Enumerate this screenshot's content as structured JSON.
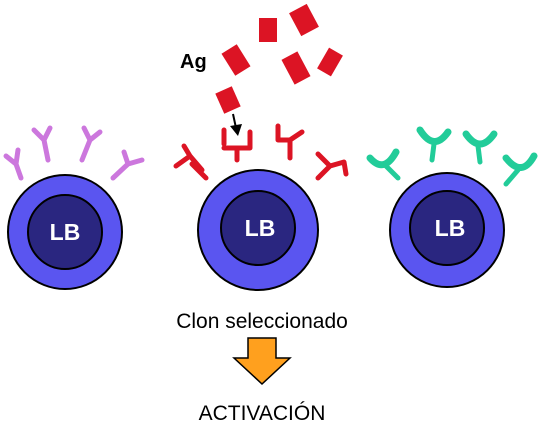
{
  "antigen": {
    "label": "Ag",
    "color": "#dc1424"
  },
  "cells": [
    {
      "name": "b-lymphocyte-left",
      "label": "LB",
      "receptor_shape": "Y",
      "receptor_color": "#cc77dd"
    },
    {
      "name": "b-lymphocyte-center",
      "label": "LB",
      "receptor_shape": "square-Y",
      "receptor_color": "#dc1424"
    },
    {
      "name": "b-lymphocyte-right",
      "label": "LB",
      "receptor_shape": "cup",
      "receptor_color": "#22cc99"
    }
  ],
  "colors": {
    "cell_outer": "#5a55f0",
    "cell_nucleus": "#2a2680",
    "outline": "#000000",
    "arrow_fill": "#ffa01e"
  },
  "selection_caption": "Clon seleccionado",
  "result_caption": "ACTIVACIÓN"
}
